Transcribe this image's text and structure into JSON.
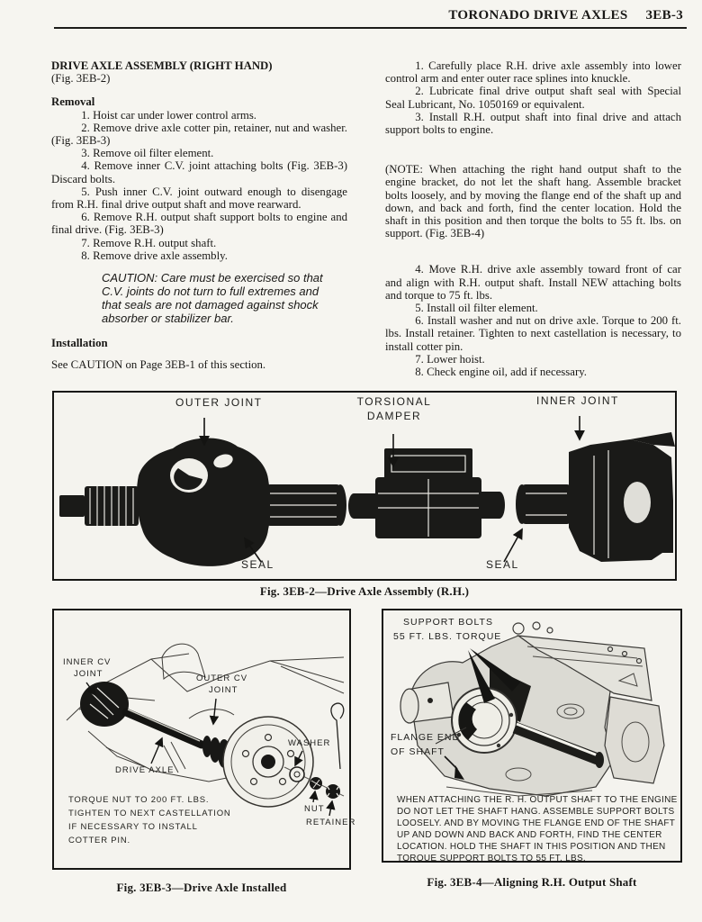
{
  "header": {
    "title": "TORONADO DRIVE AXLES",
    "page_number": "3EB-3"
  },
  "left_column": {
    "section_title": "DRIVE AXLE ASSEMBLY (RIGHT HAND)",
    "section_fig_ref": "(Fig. 3EB-2)",
    "removal_heading": "Removal",
    "removal_steps": [
      "1.  Hoist car under lower control arms.",
      "2.  Remove drive axle cotter pin, retainer, nut and washer. (Fig. 3EB-3)",
      "3.  Remove oil filter element.",
      "4.  Remove inner C.V. joint attaching bolts (Fig. 3EB-3) Discard bolts.",
      "5.  Push inner C.V. joint outward enough to disengage from R.H. final drive output shaft and move rearward.",
      "6.  Remove R.H. output shaft support bolts to engine and final drive. (Fig. 3EB-3)",
      "7.  Remove R.H. output shaft.",
      "8.  Remove drive axle assembly."
    ],
    "caution": "CAUTION:  Care must be exercised so that C.V. joints do not turn to full extremes and that seals are not damaged against shock absorber or stabilizer bar.",
    "installation_heading": "Installation",
    "installation_note": "See CAUTION on Page 3EB-1 of this section."
  },
  "right_column": {
    "install_steps_a": [
      "1.  Carefully place R.H. drive axle assembly into lower control arm and enter outer race splines into knuckle.",
      "2.  Lubricate final drive output shaft seal with Special Seal Lubricant, No. 1050169 or equivalent.",
      "3.  Install R.H. output shaft into final drive and attach support bolts to engine."
    ],
    "note": "(NOTE:  When attaching the right hand output shaft to the engine bracket, do not let the shaft hang. Assemble bracket bolts loosely, and by moving the flange end of the shaft up and down, and back and forth, find the center location. Hold the shaft in this position and then torque the bolts to 55 ft. lbs. on support. (Fig. 3EB-4)",
    "install_steps_b": [
      "4.  Move R.H. drive axle assembly toward front of car and align with R.H. output shaft. Install NEW attaching bolts and torque to 75 ft. lbs.",
      "5.  Install oil filter element.",
      "6.  Install washer and nut on drive axle. Torque to 200 ft. lbs. Install retainer. Tighten to next castellation is necessary, to install cotter pin.",
      "7.  Lower hoist.",
      "8.  Check engine oil, add if necessary."
    ]
  },
  "figure_3eb2": {
    "labels": {
      "outer_joint": "OUTER JOINT",
      "torsional_1": "TORSIONAL",
      "torsional_2": "DAMPER",
      "inner_joint": "INNER JOINT",
      "seal_left": "SEAL",
      "seal_right": "SEAL"
    },
    "caption": "Fig. 3EB-2—Drive Axle Assembly (R.H.)"
  },
  "figure_3eb3": {
    "labels": {
      "inner_cv_1": "INNER CV",
      "inner_cv_2": "JOINT",
      "outer_cv_1": "OUTER CV",
      "outer_cv_2": "JOINT",
      "washer": "WASHER",
      "drive_axle": "DRIVE AXLE",
      "nut": "NUT",
      "retainer": "RETAINER"
    },
    "note_lines": [
      "TORQUE NUT TO 200 FT. LBS.",
      "TIGHTEN TO NEXT CASTELLATION",
      "IF NECESSARY TO INSTALL",
      "COTTER PIN."
    ],
    "caption": "Fig. 3EB-3—Drive Axle Installed"
  },
  "figure_3eb4": {
    "labels": {
      "support_bolts_1": "SUPPORT BOLTS",
      "support_bolts_2": "55 FT. LBS. TORQUE",
      "flange_1": "FLANGE END",
      "flange_2": "OF SHAFT"
    },
    "note_lines": [
      "WHEN ATTACHING THE R. H. OUTPUT SHAFT TO THE ENGINE",
      "DO NOT LET THE SHAFT HANG. ASSEMBLE SUPPORT BOLTS",
      "LOOSELY. AND BY MOVING THE FLANGE END OF THE SHAFT",
      "UP AND DOWN AND BACK AND FORTH, FIND THE CENTER",
      "LOCATION. HOLD THE SHAFT IN THIS POSITION AND THEN",
      "TORQUE SUPPORT BOLTS TO 55 FT. LBS."
    ],
    "caption": "Fig. 3EB-4—Aligning R.H. Output Shaft"
  }
}
